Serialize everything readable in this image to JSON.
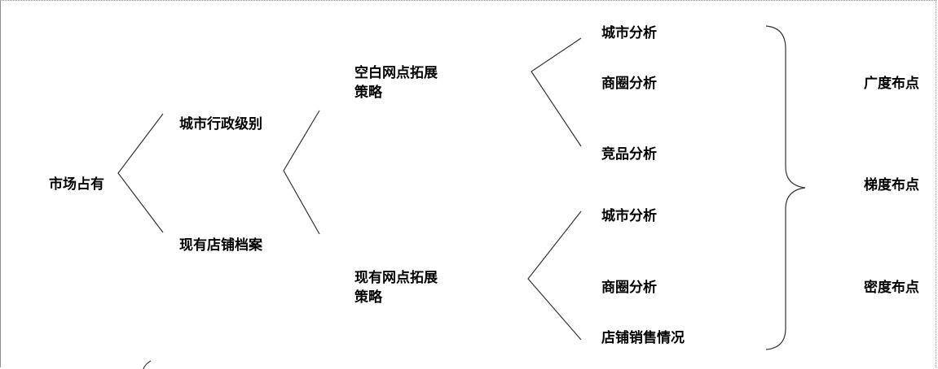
{
  "root": "市场占有",
  "level1": [
    "城市行政级别",
    "现有店铺档案"
  ],
  "level2": [
    "空白网点拓展策略",
    "现有网点拓展策略"
  ],
  "level3_top": [
    "城市分析",
    "商圈分析",
    "竞品分析"
  ],
  "level3_bottom": [
    "城市分析",
    "商圈分析",
    "店铺销售情况"
  ],
  "outcomes": [
    "广度布点",
    "梯度布点",
    "密度布点"
  ]
}
